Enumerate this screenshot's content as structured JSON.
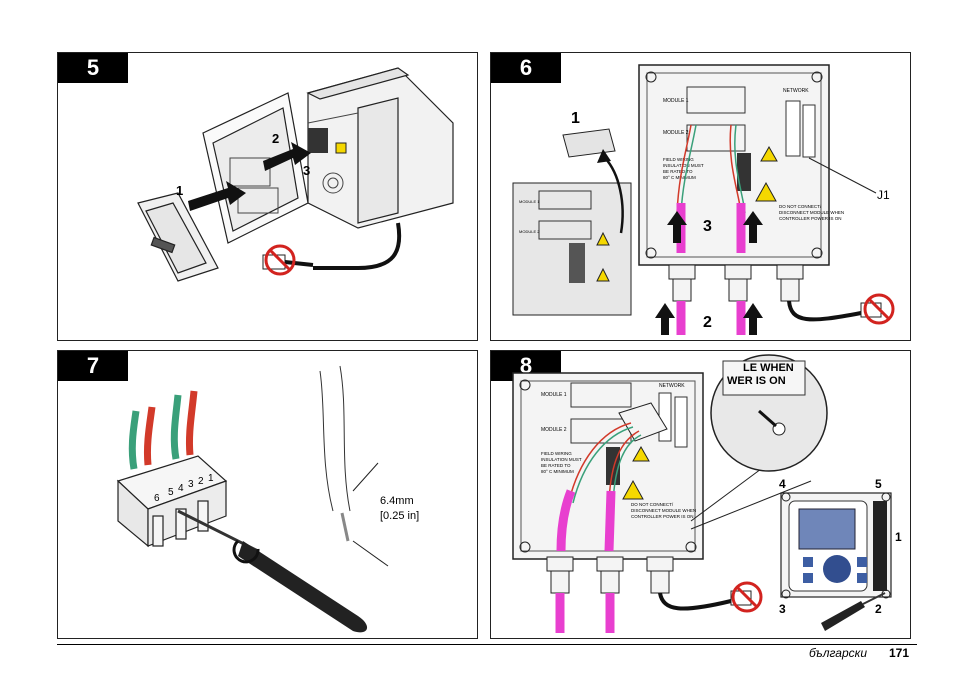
{
  "steps": [
    {
      "number": "5",
      "callouts": [
        "1",
        "2",
        "3"
      ]
    },
    {
      "number": "6",
      "callouts": [
        "1",
        "3",
        "2"
      ],
      "j1": "J1",
      "module1": "MODULE 1",
      "module2": "MODULE 2",
      "network": "NETWORK",
      "field_wiring": [
        "FIELD WIRING",
        "INSULATION MUST",
        "BE RATED TO",
        "80° C MINIMUM"
      ],
      "warning": [
        "DO NOT CONNECT/",
        "DISCONNECT MODULE WHEN",
        "CONTROLLER POWER IS ON"
      ]
    },
    {
      "number": "7",
      "dimension_mm": "6.4mm",
      "dimension_in": "[0.25 in]",
      "terminal_numbers": [
        "1",
        "2",
        "3",
        "4",
        "5",
        "6"
      ]
    },
    {
      "number": "8",
      "callouts": [
        "4",
        "5",
        "1",
        "3",
        "2"
      ],
      "zoom_text": [
        "LE WHEN",
        "WER IS ON"
      ],
      "module1": "MODULE 1",
      "module2": "MODULE 2",
      "network": "NETWORK",
      "field_wiring": [
        "FIELD WIRING",
        "INSULATION MUST",
        "BE RATED TO",
        "80° C MINIMUM"
      ],
      "warning": [
        "DO NOT CONNECT/",
        "DISCONNECT MODULE WHEN",
        "CONTROLLER POWER IS ON"
      ]
    }
  ],
  "footer": {
    "language": "български",
    "page": "171"
  },
  "colors": {
    "accent_magenta": "#e83fcf",
    "wire_red": "#d23a2a",
    "wire_green": "#3aa07a",
    "warning_yellow": "#f5d800",
    "no_power_red": "#d2231f"
  }
}
